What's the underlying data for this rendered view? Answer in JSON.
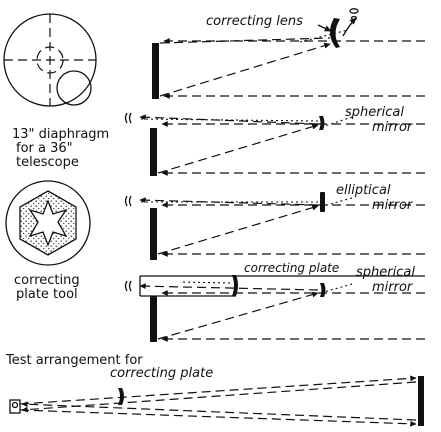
{
  "labels": {
    "correcting_lens": "correcting lens",
    "diaphragm_line1": "13\" diaphragm",
    "diaphragm_line2": "for a 36\"",
    "diaphragm_line3": "telescope",
    "spherical_mirror_1_a": "spherical",
    "spherical_mirror_1_b": "mirror",
    "elliptical_mirror_a": "elliptical",
    "elliptical_mirror_b": "mirror",
    "tool_line1": "correcting",
    "tool_line2": "plate tool",
    "correcting_plate": "correcting plate",
    "spherical_mirror_2_a": "spherical",
    "spherical_mirror_2_b": "mirror",
    "test_line1": "Test arrangement  for",
    "test_line2": "correcting plate"
  }
}
